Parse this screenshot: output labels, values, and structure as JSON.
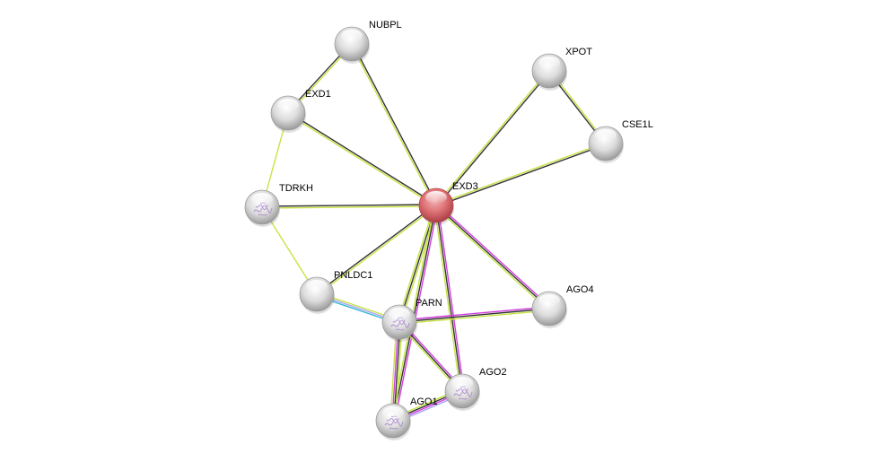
{
  "network": {
    "query_protein": "EXD3",
    "edge_colors": {
      "coexpression": "#333333",
      "textmining": "#c7e345",
      "experiments": "#d33ee0",
      "databases": "#2fb7d6",
      "homology": "#a9a0f0"
    },
    "node_colors": {
      "query": "#e06a70",
      "partner": "#d8d8d8"
    },
    "nodes": [
      {
        "id": "EXD3",
        "label": "EXD3",
        "query": true,
        "structure": false
      },
      {
        "id": "NUBPL",
        "label": "NUBPL",
        "query": false,
        "structure": false
      },
      {
        "id": "EXD1",
        "label": "EXD1",
        "query": false,
        "structure": false
      },
      {
        "id": "XPOT",
        "label": "XPOT",
        "query": false,
        "structure": false
      },
      {
        "id": "CSE1L",
        "label": "CSE1L",
        "query": false,
        "structure": false
      },
      {
        "id": "TDRKH",
        "label": "TDRKH",
        "query": false,
        "structure": true
      },
      {
        "id": "PNLDC1",
        "label": "PNLDC1",
        "query": false,
        "structure": false
      },
      {
        "id": "PARN",
        "label": "PARN",
        "query": false,
        "structure": true
      },
      {
        "id": "AGO4",
        "label": "AGO4",
        "query": false,
        "structure": false
      },
      {
        "id": "AGO2",
        "label": "AGO2",
        "query": false,
        "structure": true
      },
      {
        "id": "AGO1",
        "label": "AGO1",
        "query": false,
        "structure": true
      }
    ],
    "edges": [
      {
        "source": "EXD3",
        "target": "NUBPL",
        "evidence": [
          "textmining",
          "coexpression"
        ]
      },
      {
        "source": "EXD3",
        "target": "EXD1",
        "evidence": [
          "textmining",
          "coexpression"
        ]
      },
      {
        "source": "EXD3",
        "target": "XPOT",
        "evidence": [
          "textmining",
          "coexpression"
        ]
      },
      {
        "source": "EXD3",
        "target": "CSE1L",
        "evidence": [
          "textmining",
          "coexpression"
        ]
      },
      {
        "source": "EXD3",
        "target": "TDRKH",
        "evidence": [
          "textmining",
          "coexpression"
        ]
      },
      {
        "source": "EXD3",
        "target": "PNLDC1",
        "evidence": [
          "textmining",
          "coexpression"
        ]
      },
      {
        "source": "EXD3",
        "target": "PARN",
        "evidence": [
          "textmining",
          "coexpression",
          "textmining"
        ]
      },
      {
        "source": "EXD3",
        "target": "AGO4",
        "evidence": [
          "experiments",
          "coexpression",
          "textmining"
        ]
      },
      {
        "source": "EXD3",
        "target": "AGO2",
        "evidence": [
          "experiments",
          "coexpression",
          "textmining"
        ]
      },
      {
        "source": "EXD3",
        "target": "AGO1",
        "evidence": [
          "experiments",
          "coexpression",
          "textmining"
        ]
      },
      {
        "source": "NUBPL",
        "target": "EXD1",
        "evidence": [
          "textmining",
          "coexpression"
        ]
      },
      {
        "source": "XPOT",
        "target": "CSE1L",
        "evidence": [
          "textmining",
          "coexpression"
        ]
      },
      {
        "source": "EXD1",
        "target": "TDRKH",
        "evidence": [
          "textmining"
        ]
      },
      {
        "source": "TDRKH",
        "target": "PNLDC1",
        "evidence": [
          "textmining"
        ]
      },
      {
        "source": "PNLDC1",
        "target": "PARN",
        "evidence": [
          "textmining",
          "homology",
          "databases"
        ]
      },
      {
        "source": "PARN",
        "target": "AGO4",
        "evidence": [
          "experiments",
          "coexpression",
          "textmining"
        ]
      },
      {
        "source": "PARN",
        "target": "AGO2",
        "evidence": [
          "experiments",
          "coexpression",
          "textmining"
        ]
      },
      {
        "source": "PARN",
        "target": "AGO1",
        "evidence": [
          "textmining",
          "coexpression",
          "experiments",
          "textmining"
        ]
      },
      {
        "source": "AGO1",
        "target": "AGO2",
        "evidence": [
          "textmining",
          "coexpression",
          "experiments",
          "homology"
        ]
      }
    ]
  }
}
